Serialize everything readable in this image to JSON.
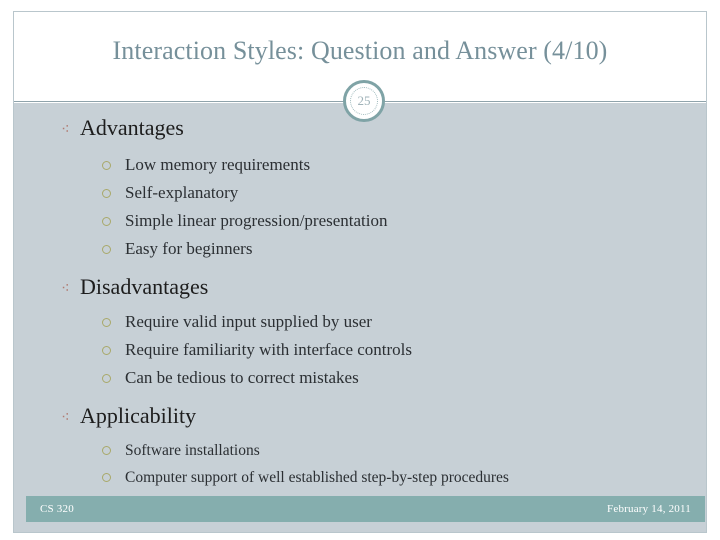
{
  "slide": {
    "title": "Interaction Styles: Question and Answer (4/10)",
    "number": "25",
    "colors": {
      "title_text": "#76909a",
      "body_background": "#c7d0d6",
      "footer_bar": "#85aeae",
      "level1_bullet": "#b07a70",
      "level2_bullet": "#a9a96a",
      "divider_rule": "#8fa3ab"
    },
    "icons": {
      "level1_bullet": "fleuron-bullet-icon",
      "level2_bullet": "circle-outline-bullet-icon",
      "slide_number": "slide-number-badge-icon"
    },
    "sections": [
      {
        "heading": "Advantages",
        "items": [
          "Low memory requirements",
          "Self-explanatory",
          "Simple linear progression/presentation",
          "Easy for beginners"
        ]
      },
      {
        "heading": "Disadvantages",
        "items": [
          "Require valid input supplied by user",
          "Require familiarity with interface controls",
          "Can be tedious to correct mistakes"
        ]
      },
      {
        "heading": "Applicability",
        "items": [
          "Software installations",
          "Computer support of well established step-by-step procedures"
        ]
      }
    ],
    "footer": {
      "left": "CS 320",
      "right": "February 14, 2011"
    }
  }
}
